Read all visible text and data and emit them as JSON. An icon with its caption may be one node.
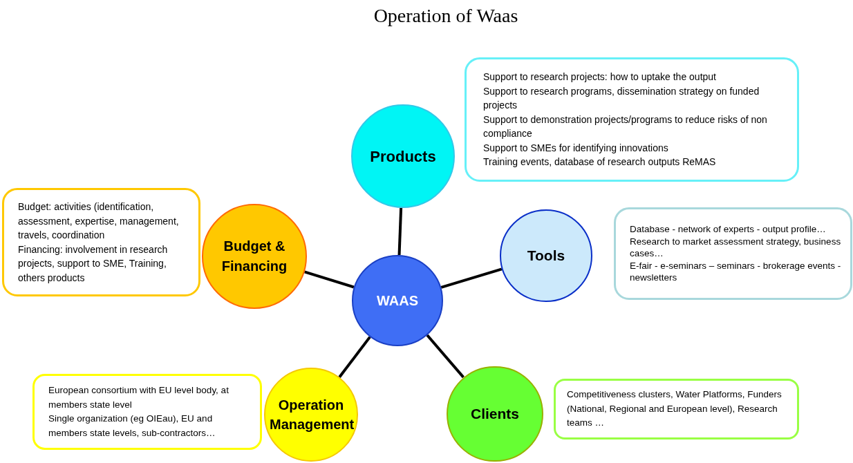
{
  "diagram": {
    "title": "Operation of Waas",
    "nodes": [
      {
        "text": [
          "WAAS"
        ]
      },
      {
        "text": [
          "Products"
        ]
      },
      {
        "text": [
          "Support to research projects: how to uptake the output",
          "Support to research programs, dissemination strategy on funded projects",
          "Support to demonstration projects/programs to reduce risks of non compliance",
          "Support to SMEs for identifying innovations",
          "Training events, database of research outputs ReMAS"
        ]
      },
      {
        "text": [
          "Budget & Financing"
        ]
      },
      {
        "text": [
          "Budget: activities (identification, assessment, expertise, management, travels, coordination",
          "Financing: involvement in research projects, support to SME, Training, others products"
        ]
      },
      {
        "text": [
          "Tools"
        ]
      },
      {
        "text": [
          "Database - network of experts - output profile…",
          "Research to market assessment strategy, business cases…",
          "E-fair -  e-seminars – seminars - brokerage events - newsletters"
        ]
      },
      {
        "text": [
          "Operation Management"
        ]
      },
      {
        "text": [
          "European consortium with EU level body, at members state level",
          "Single organization (eg OIEau), EU and members state levels, sub-contractors…"
        ]
      },
      {
        "text": [
          "Clients"
        ]
      },
      {
        "text": [
          "Competitiveness clusters, Water Platforms, Funders (National, Regional and European level), Research teams …"
        ]
      }
    ],
    "edges": [
      {
        "from": 0,
        "to": 1,
        "arrow": "none"
      },
      {
        "from": 0,
        "to": 3,
        "arrow": "none"
      },
      {
        "from": 0,
        "to": 5,
        "arrow": "none"
      },
      {
        "from": 0,
        "to": 7,
        "arrow": "none"
      },
      {
        "from": 0,
        "to": 9,
        "arrow": "none"
      }
    ]
  }
}
